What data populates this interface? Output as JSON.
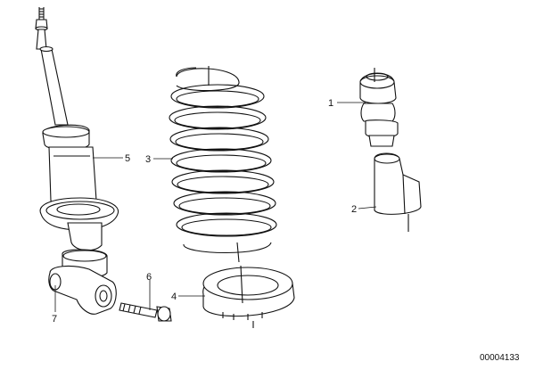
{
  "callouts": [
    {
      "id": "1",
      "text": "1"
    },
    {
      "id": "2",
      "text": "2"
    },
    {
      "id": "3",
      "text": "3"
    },
    {
      "id": "4",
      "text": "4"
    },
    {
      "id": "5",
      "text": "5"
    },
    {
      "id": "6",
      "text": "6"
    },
    {
      "id": "7",
      "text": "7"
    }
  ],
  "document_number": "00004133"
}
